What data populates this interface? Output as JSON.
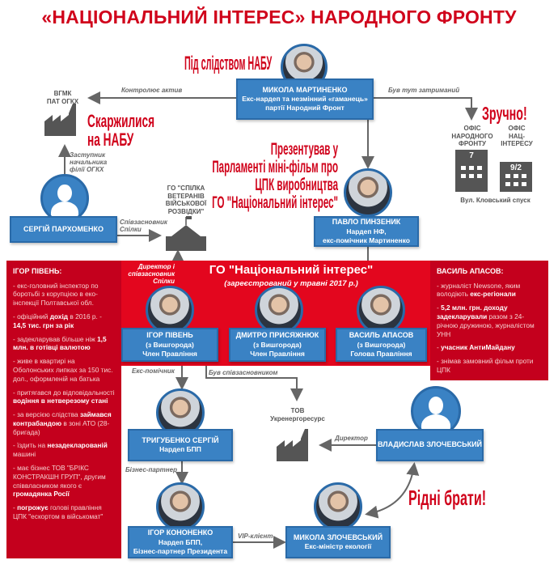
{
  "title": "«НАЦІОНАЛЬНИЙ ІНТЕРЕС» НАРОДНОГО ФРОНТУ",
  "annotations": {
    "under_nabu": "Під слідством НАБУ",
    "complained": [
      "Скаржилися",
      "на НАБУ"
    ],
    "presented": [
      "Презентував у",
      "Парламенті міні-фільм про",
      "ЦПК виробництва",
      "ГО \"Національний інтерес\""
    ],
    "convenient": "Зручно!",
    "brothers": "Рідні брати!"
  },
  "people": {
    "martynenko": {
      "name": "МИКОЛА МАРТИНЕНКО",
      "desc1": "Екс-нардеп та незмінний «гаманець»",
      "desc2": "партії Народний Фронт"
    },
    "parkhomenko": {
      "name": "СЕРГІЙ ПАРХОМЕНКО"
    },
    "pinzenyk": {
      "name": "ПАВЛО ПИНЗЕНИК",
      "desc1": "Нардеп НФ,",
      "desc2": "екс-помічник Мартиненко"
    },
    "piven": {
      "name": "ІГОР ПІВЕНЬ",
      "desc1": "(з Вишгорода)",
      "desc2": "Член Правління"
    },
    "prysiazhniuk": {
      "name": "ДМИТРО ПРИСЯЖНЮК",
      "desc1": "(з Вишгорода)",
      "desc2": "Член Правління"
    },
    "apasov": {
      "name": "ВАСИЛЬ АПАСОВ",
      "desc1": "(з Вишгорода)",
      "desc2": "Голова Правління"
    },
    "tryhubenko": {
      "name": "ТРИГУБЕНКО СЕРГІЙ",
      "desc1": "Нардеп БПП"
    },
    "kononenko": {
      "name": "ІГОР КОНОНЕНКО",
      "desc1": "Нардеп БПП,",
      "desc2": "Бізнес-партнер Президента"
    },
    "m_zlochevsky": {
      "name": "МИКОЛА ЗЛОЧЕВСЬКИЙ",
      "desc1": "Екс-міністр екології"
    },
    "v_zlochevsky": {
      "name": "ВЛАДИСЛАВ ЗЛОЧЕВСЬКИЙ"
    }
  },
  "orgs": {
    "vgmk": [
      "ВГМК",
      "ПАТ ОГКХ"
    ],
    "veterans": [
      "ГО \"СПІЛКА",
      "ВЕТЕРАНІВ",
      "ВІЙСЬКОВОЇ",
      "РОЗВІДКИ\""
    ],
    "office_nf": [
      "ОФІС",
      "НАРОДНОГО",
      "ФРОНТУ"
    ],
    "office_ni": [
      "ОФІС",
      "НАЦ-",
      "ІНТЕРЕСУ"
    ],
    "building_nf_number": "7",
    "building_ni_number": "9/2",
    "street": "Вул. Кловський спуск",
    "ukrenergo": [
      "ТОВ",
      "Укренергоресурс"
    ],
    "ni_title": "ГО \"Національний інтерес\"",
    "ni_sub": "(зареєстрований у травні 2017 р.)"
  },
  "links": {
    "controls": "Контролює актив",
    "detained": "Був тут затриманий",
    "deputy": [
      "Заступник",
      "начальника",
      "філії ОГКХ"
    ],
    "cofounder_union": [
      "Співзасновник",
      "Спілки"
    ],
    "director_union": [
      "Директор і",
      "співзасновник",
      "Спілки"
    ],
    "ex_assistant": "Екс-помічник",
    "was_cofounder": "Був співзасновником",
    "business_partner": "Бізнес-партнер",
    "vip": "VIP-клієнт",
    "director": "Директор"
  },
  "piven_panel": {
    "heading": "ІГОР ПІВЕНЬ:",
    "items": [
      [
        "- екс-головний інспектор по боротьбі з корупцією в еко-інспекції Полтавської обл.",
        "",
        ""
      ],
      [
        "- офіційний ",
        "дохід",
        " в 2016 р. - ",
        "14,5 тис. грн за рік",
        ""
      ],
      [
        "- задекларував більше ніж ",
        "1,5 млн. в готівці валютою",
        ""
      ],
      [
        "- живе в квартирі на Оболонських липках за 150 тис. дол., оформленій на батька",
        "",
        ""
      ],
      [
        "- притягався до відповідальності ",
        "водіння в нетверезому стані",
        ""
      ],
      [
        "- за версією слідства ",
        "займався контрабандою",
        " в зоні АТО (28-бригада)"
      ],
      [
        "- їздить на ",
        "незадекларованій",
        " машині"
      ],
      [
        "- має бізнес ТОВ \"БРІКС КОНСТРАКШН ГРУП\", другим співвласником якого є ",
        "громадянка Росії",
        ""
      ],
      [
        "- ",
        "погрожує",
        " голові правління ЦПК \"ескортом в військомат\""
      ]
    ]
  },
  "apasov_panel": {
    "heading": "ВАСИЛЬ АПАСОВ:",
    "items": [
      [
        "- журналіст Newsone, яким володіють ",
        "екс-регіонали",
        ""
      ],
      [
        "- ",
        "5,2 млн. грн. доходу задекларували",
        " разом з 24-річною дружиною, журналістом УНН"
      ],
      [
        "- ",
        "учасник АнтиМайдану",
        ""
      ],
      [
        "- знімав замовний фільм проти ЦПК",
        "",
        ""
      ]
    ]
  },
  "colors": {
    "red": "#d0021b",
    "blue": "#3a82c4",
    "panel": "#c4001d",
    "gray": "#555555"
  }
}
